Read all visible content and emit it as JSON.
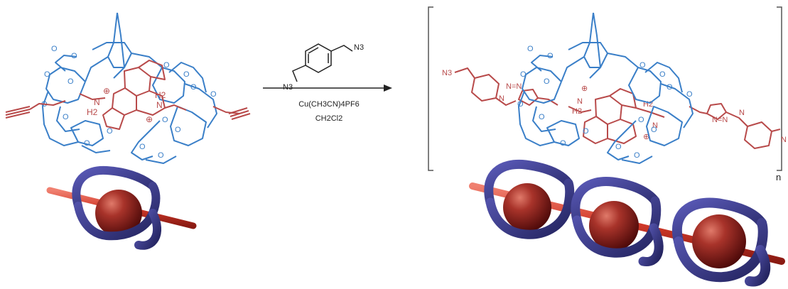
{
  "reagent": {
    "azide_left": "N3",
    "azide_right": "N3",
    "catalyst": "Cu(CH3CN)4PF6",
    "solvent": "CH2Cl2"
  },
  "reactant": {
    "ammonium_left": "H2",
    "ammonium_right": "H2",
    "n_label_left": "N",
    "n_label_right": "N",
    "charge_left": "⊕",
    "charge_right": "⊕"
  },
  "product": {
    "azide_end": "N3",
    "triazole_left": "N=N",
    "triazole_left_n": "N",
    "triazole_right": "N=N",
    "triazole_right_n": "N",
    "ammonium_left": "H2",
    "ammonium_right": "H2",
    "n_label_left": "N",
    "n_label_right": "N",
    "charge_left": "⊕",
    "charge_right": "⊕",
    "repeat_subscript": "n",
    "end_fragment": "N"
  },
  "colors": {
    "host_blue": "#3a7fc8",
    "axle_red": "#b84a4a",
    "tube_purple": "#3a3a8c",
    "rod_red": "#d24a3a",
    "ball_dark_red": "#8a1a1a",
    "ink": "#222222"
  },
  "icons": {
    "arrow": "reaction-arrow",
    "rotaxane_model": "tube-ball-rod-cartoon"
  }
}
